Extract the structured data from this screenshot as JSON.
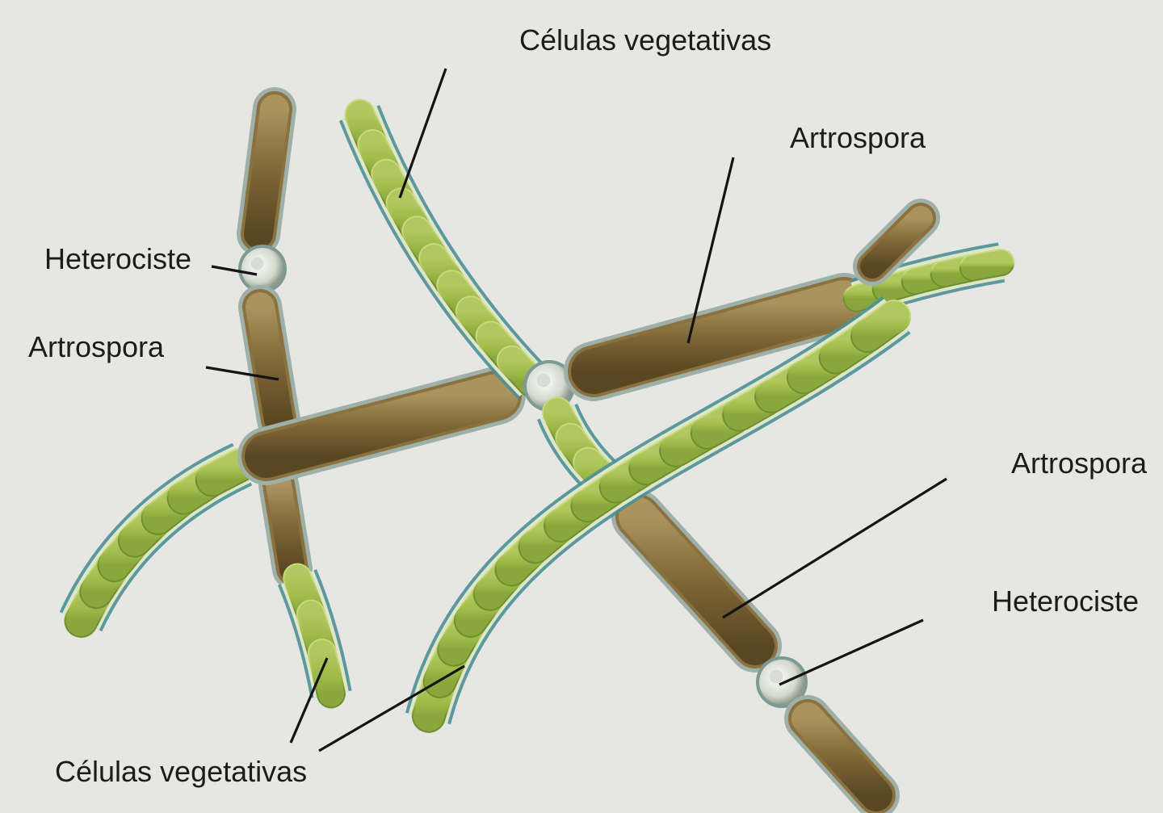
{
  "labels": {
    "vegetative_top": "Células vegetativas",
    "artrospora_top": "Artrospora",
    "heterociste_left": "Heterociste",
    "artrospora_left": "Artrospora",
    "artrospora_right": "Artrospora",
    "heterociste_right": "Heterociste",
    "vegetative_bottom": "Células vegetativas"
  },
  "colors": {
    "background": "#e6e6e3",
    "vegetative_cell": "#9fbb4a",
    "sheath": "#4e8f97",
    "artrospora": "#8a7240",
    "heterociste": "#d8dcd2",
    "leader_line": "#141414"
  }
}
